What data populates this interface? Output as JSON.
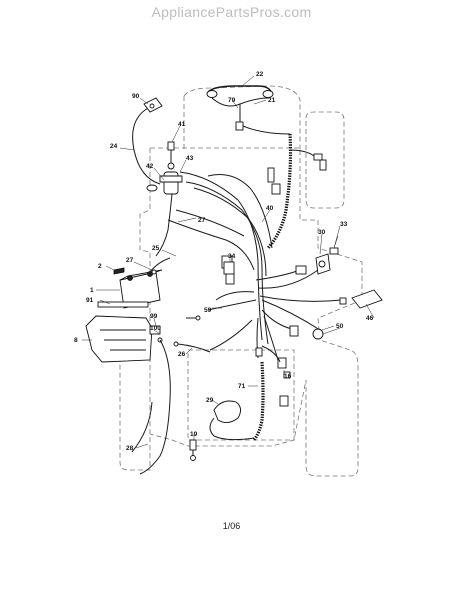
{
  "watermark": "AppliancePartsPros.com",
  "page_number": "1/06",
  "callouts": {
    "c22": "22",
    "c79": "79",
    "c21": "21",
    "c90": "90",
    "c41": "41",
    "c24": "24",
    "c42": "42",
    "c43": "43",
    "c40": "40",
    "c27a": "27",
    "c25": "25",
    "c33": "33",
    "c30": "30",
    "c2": "2",
    "c27b": "27",
    "c34": "34",
    "c1": "1",
    "c91": "91",
    "c46": "46",
    "c99": "99",
    "c59": "59",
    "c100": "100",
    "c8": "8",
    "c50": "50",
    "c26": "26",
    "c16": "16",
    "c71": "71",
    "c29": "29",
    "c28": "28",
    "c19": "19"
  },
  "colors": {
    "line": "#111111",
    "outline": "#777777",
    "watermark": "#bdbdbd"
  }
}
